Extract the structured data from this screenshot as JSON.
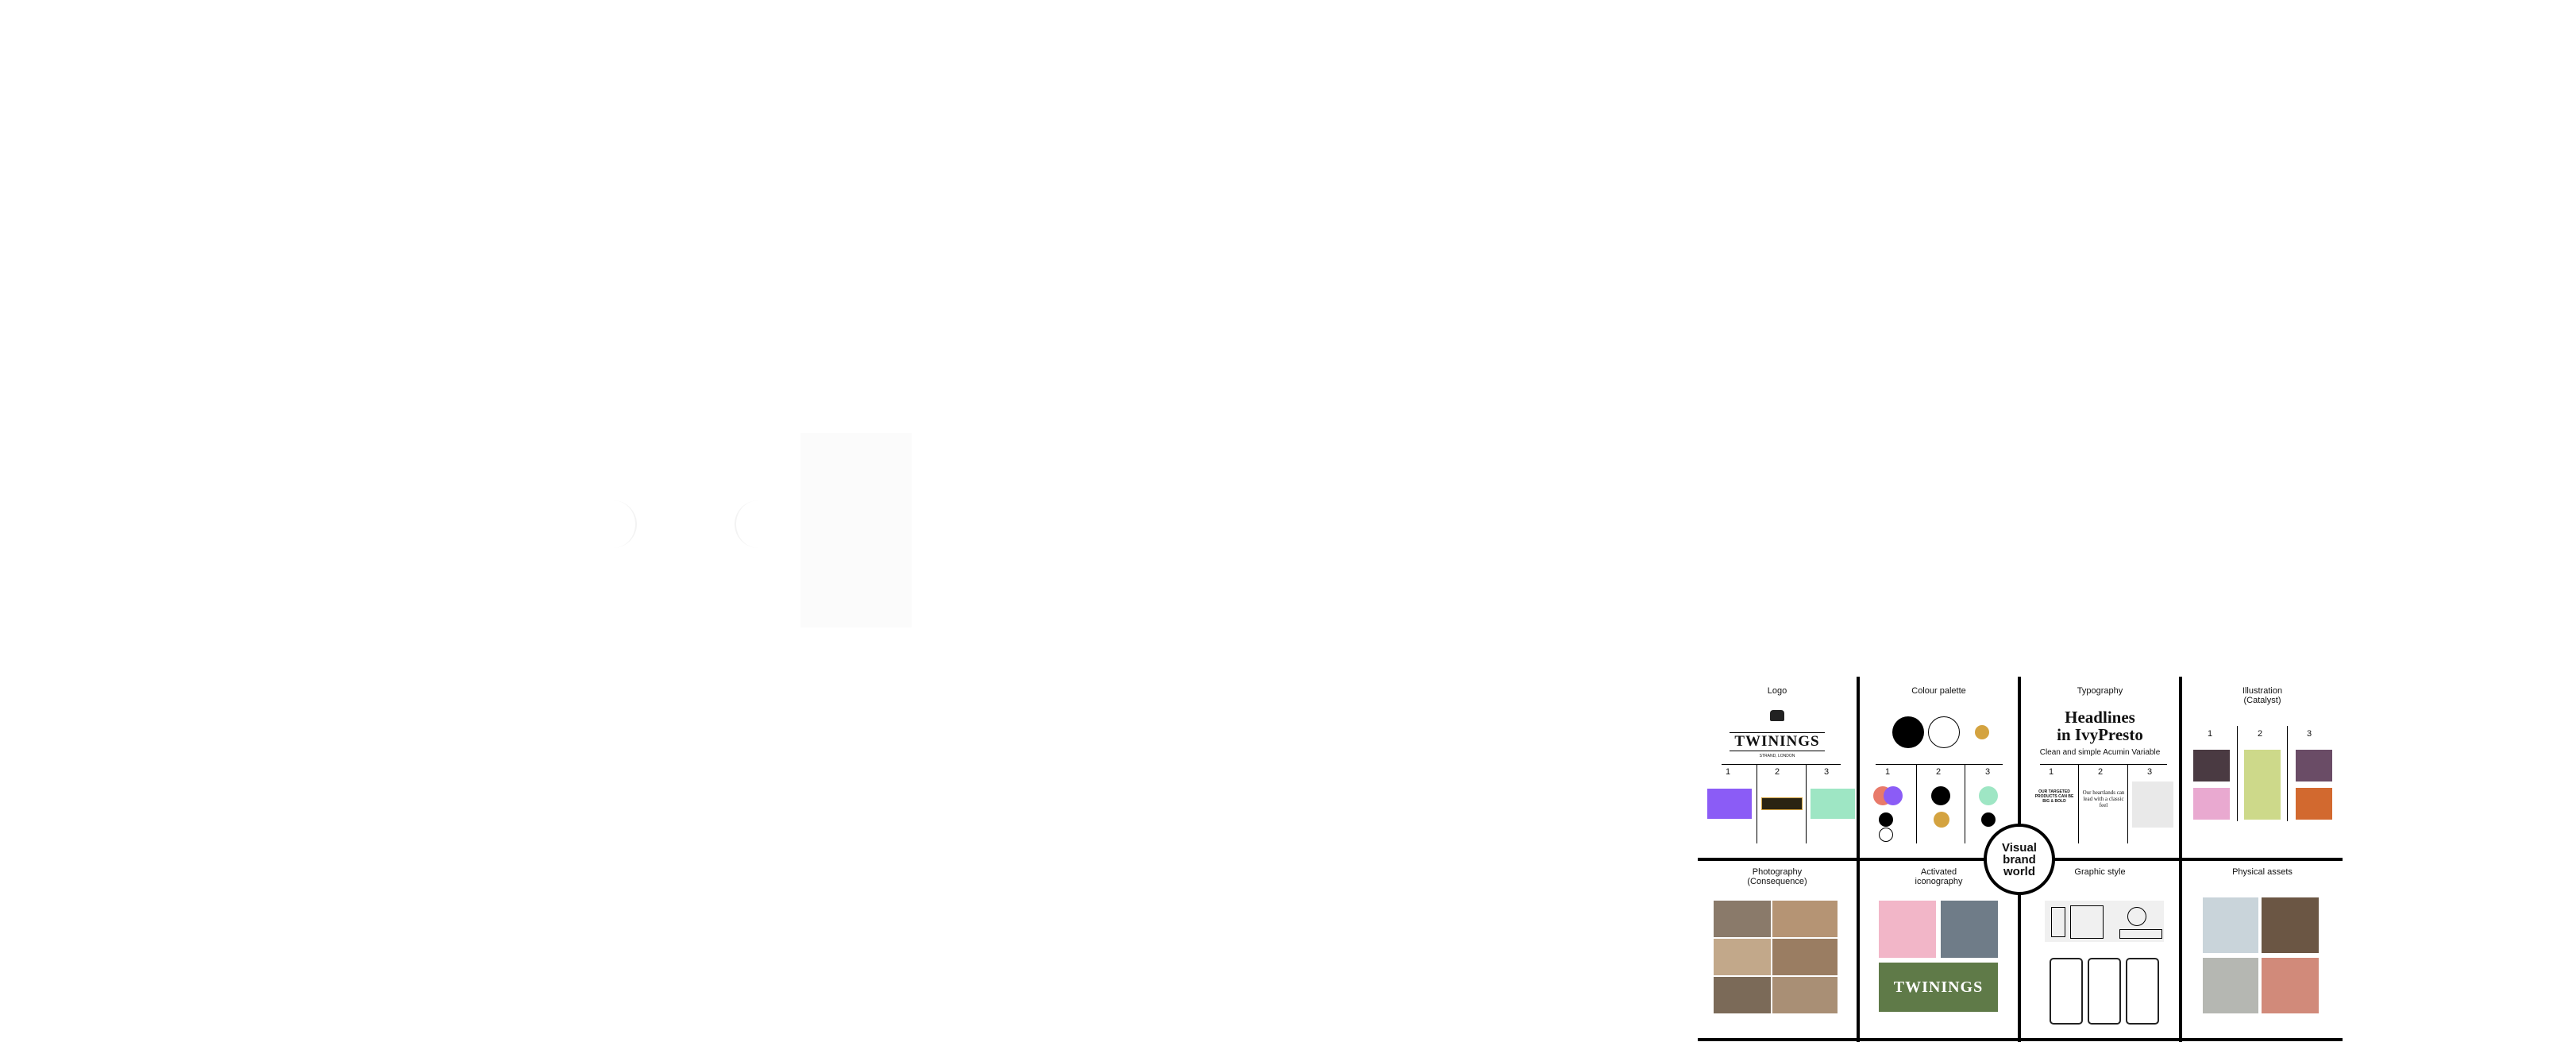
{
  "center_label": "Visual brand world",
  "cells": {
    "logo": {
      "title": "Logo",
      "wordmark": "TWININGS",
      "tagline": "STRAND, LONDON",
      "nums": [
        "1",
        "2",
        "3"
      ]
    },
    "colour": {
      "title": "Colour palette",
      "nums": [
        "1",
        "2",
        "3"
      ]
    },
    "typography": {
      "title": "Typography",
      "headline_line1": "Headlines",
      "headline_line2": "in IvyPresto",
      "subhead": "Clean and simple Acumin Variable",
      "nums": [
        "1",
        "2",
        "3"
      ],
      "sample1": "OUR TARGETED PRODUCTS CAN BE BIG & BOLD",
      "sample2": "Our heartlands can lead with a classic feel"
    },
    "illustration": {
      "title_line1": "Illustration",
      "title_line2": "(Catalyst)",
      "nums": [
        "1",
        "2",
        "3"
      ]
    },
    "photography": {
      "title_line1": "Photography",
      "title_line2": "(Consequence)"
    },
    "iconography": {
      "title_line1": "Activated",
      "title_line2": "iconography",
      "wordmark": "TWININGS"
    },
    "graphic": {
      "title": "Graphic style"
    },
    "physical": {
      "title": "Physical assets"
    }
  },
  "colors": {
    "black": "#000000",
    "purple": "#8b5cf6",
    "gold": "#d4a340",
    "mint": "#9ee6c4",
    "coral": "#e87a6a"
  }
}
